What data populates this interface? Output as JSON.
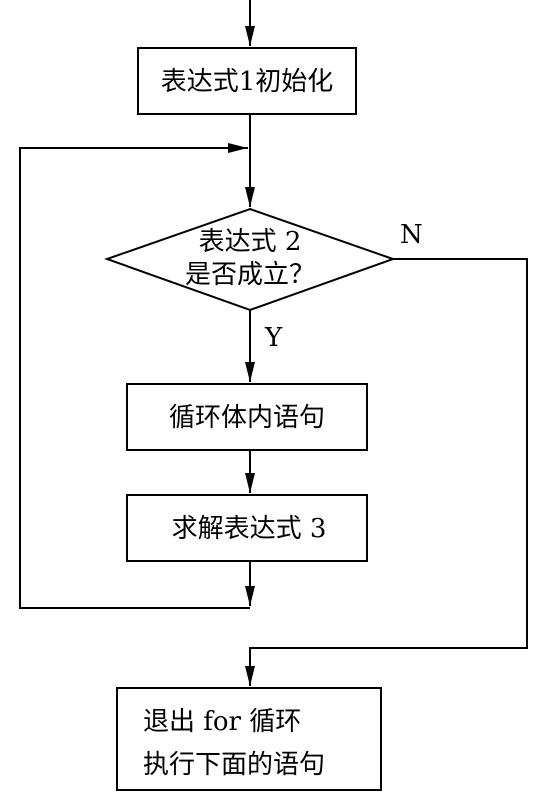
{
  "flowchart": {
    "init_box": "表达式1初始化",
    "condition": {
      "line1": "表达式 2",
      "line2": "是否成立？"
    },
    "yes_label": "Y",
    "no_label": "N",
    "body_box": "循环体内语句",
    "update_box": "求解表达式 3",
    "exit_box": {
      "line1": "退出 for 循环",
      "line2": "执行下面的语句"
    }
  },
  "colors": {
    "stroke": "#000000",
    "fill": "#ffffff"
  }
}
